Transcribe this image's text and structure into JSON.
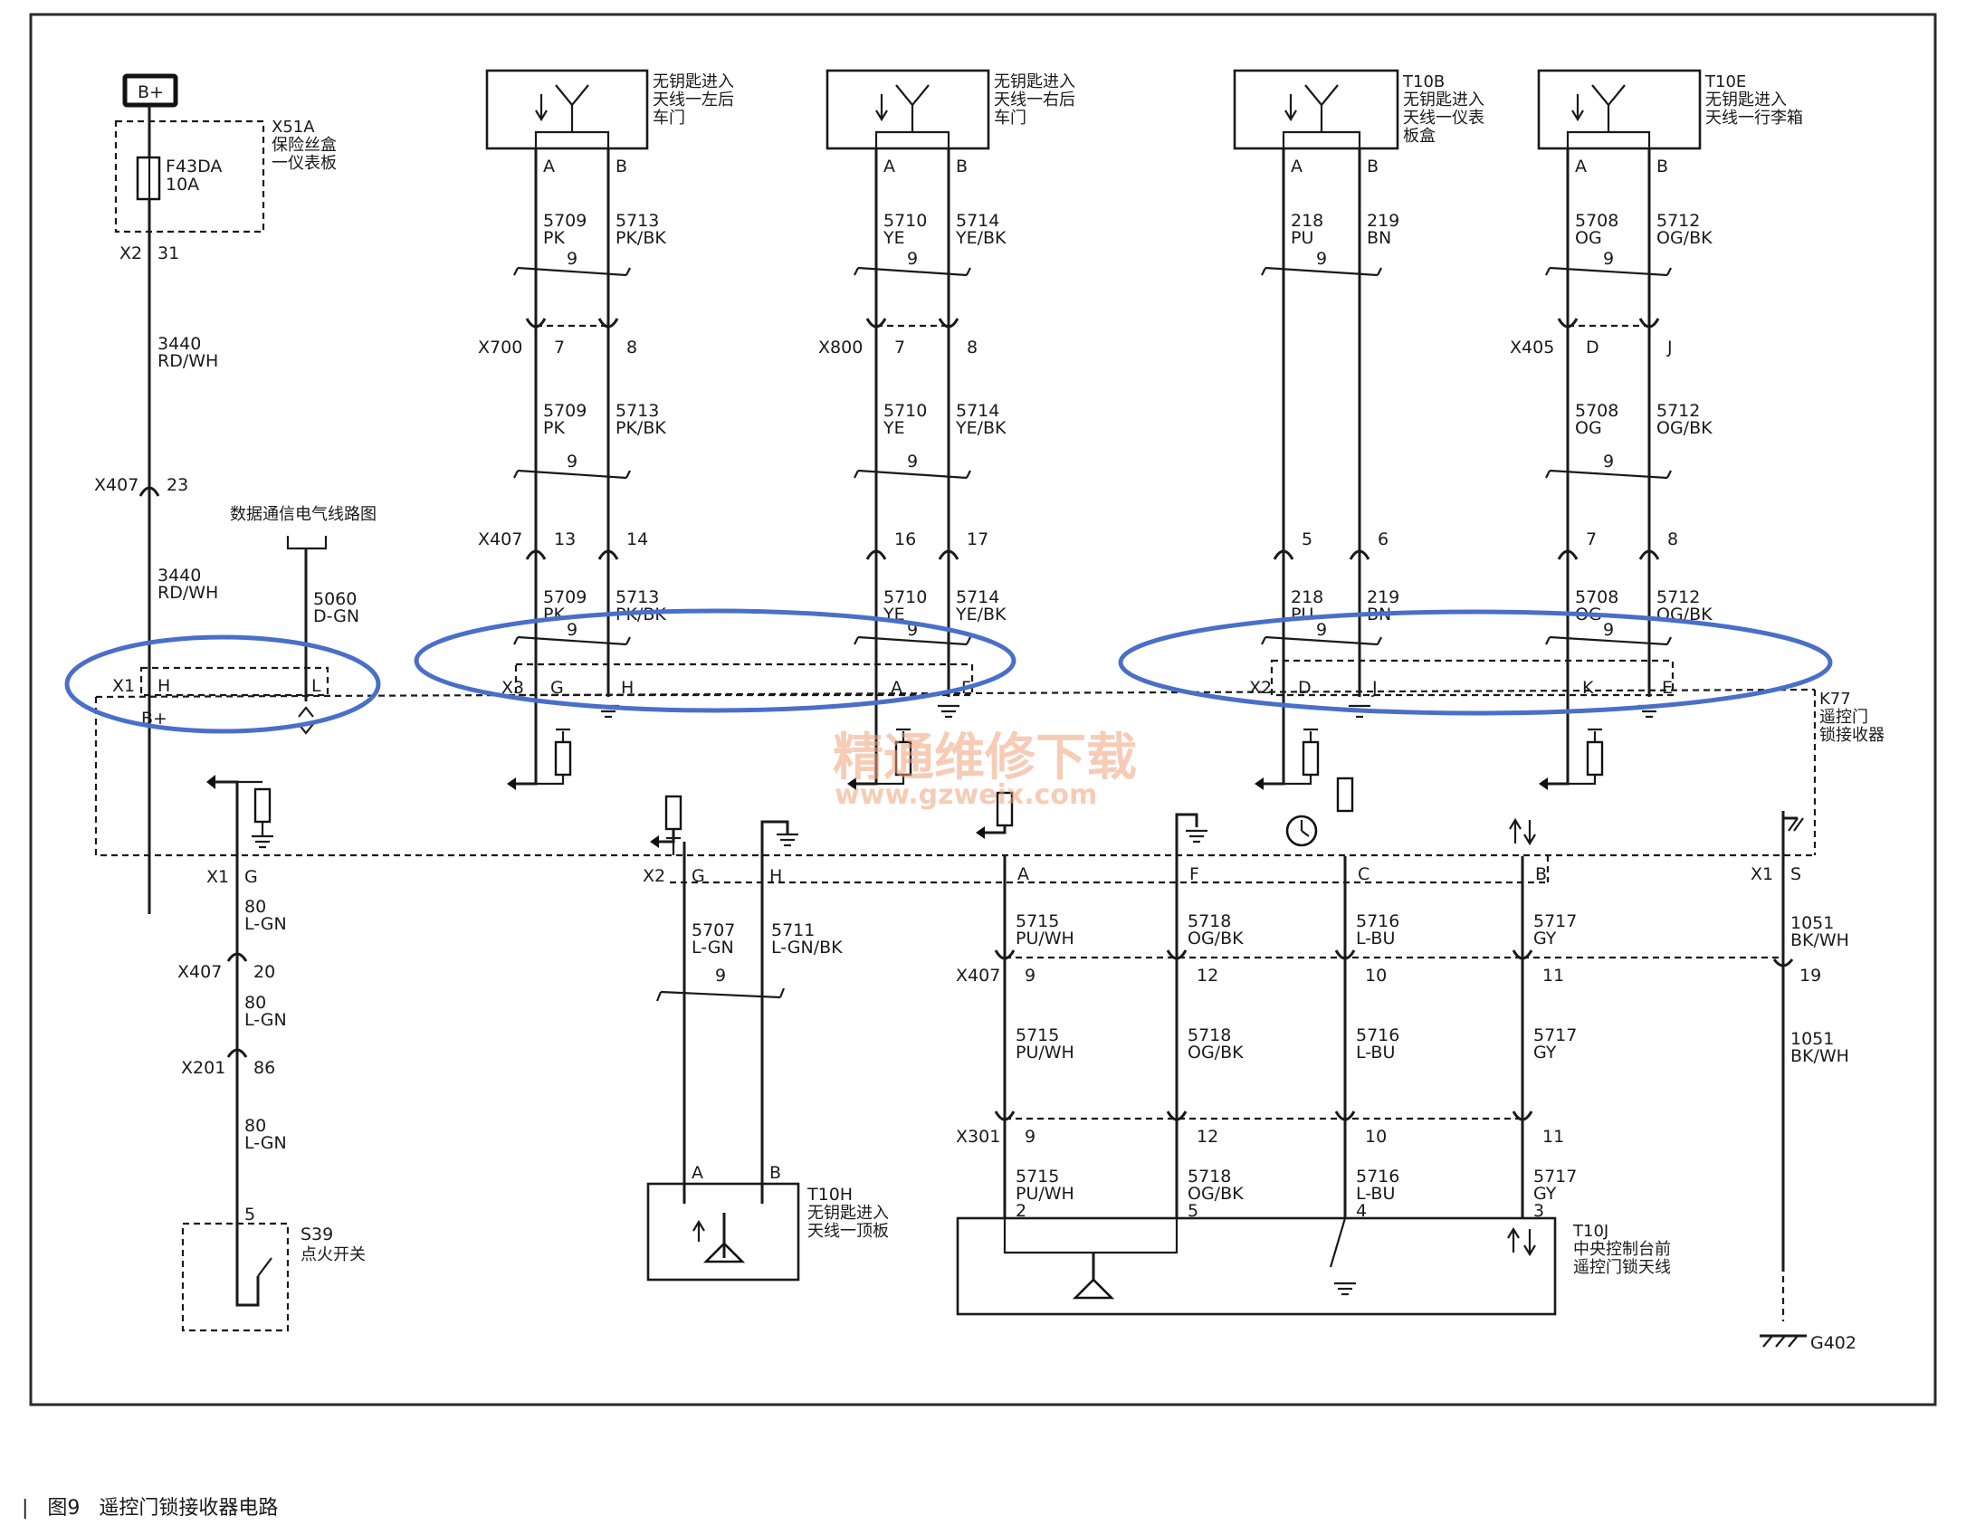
{
  "figure": {
    "caption_num": "图9",
    "caption_title": "遥控门锁接收器电路",
    "bar": "|"
  },
  "watermark": {
    "cn": "精通维修下载",
    "url": "www.gzweix.com"
  },
  "power": {
    "battery": "B+",
    "fusebox": [
      "X51A",
      "保险丝盒",
      "一仪表板"
    ],
    "fuse": [
      "F43DA",
      "10A"
    ],
    "x2": "X2",
    "x2_pin": "31",
    "wire_a": [
      "3440",
      "RD/WH"
    ],
    "x407": "X407",
    "x407_pin": "23",
    "wire_b": [
      "3440",
      "RD/WH"
    ],
    "data_title": "数据通信电气线路图",
    "data_wire": [
      "5060",
      "D-GN"
    ],
    "x1": "X1",
    "x1_h": "H",
    "x1_l": "L",
    "bplus": "B+"
  },
  "antennas": [
    {
      "name": [
        "无钥匙进入",
        "天线一左后",
        "车门"
      ],
      "pin_a": "A",
      "pin_b": "B",
      "w1a": [
        "5709",
        "PK"
      ],
      "w1b": [
        "5713",
        "PK/BK"
      ],
      "tw1": "9",
      "c1": "X700",
      "c1a": "7",
      "c1b": "8",
      "w2a": [
        "5709",
        "PK"
      ],
      "w2b": [
        "5713",
        "PK/BK"
      ],
      "tw2": "9",
      "c2": "X407",
      "c2a": "13",
      "c2b": "14",
      "w3a": [
        "5709",
        "PK"
      ],
      "w3b": [
        "5713",
        "PK/BK"
      ],
      "tw3": "9",
      "x": "X3",
      "xa": "G",
      "xb": "H"
    },
    {
      "name": [
        "无钥匙进入",
        "天线一右后",
        "车门"
      ],
      "pin_a": "A",
      "pin_b": "B",
      "w1a": [
        "5710",
        "YE"
      ],
      "w1b": [
        "5714",
        "YE/BK"
      ],
      "tw1": "9",
      "c1": "X800",
      "c1a": "7",
      "c1b": "8",
      "w2a": [
        "5710",
        "YE"
      ],
      "w2b": [
        "5714",
        "YE/BK"
      ],
      "tw2": "9",
      "c2": "",
      "c2a": "16",
      "c2b": "17",
      "w3a": [
        "5710",
        "YE"
      ],
      "w3b": [
        "5714",
        "YE/BK"
      ],
      "tw3": "9",
      "x": "",
      "xa": "A",
      "xb": "F"
    },
    {
      "name": [
        "T10B",
        "无钥匙进入",
        "天线一仪表",
        "板盒"
      ],
      "pin_a": "A",
      "pin_b": "B",
      "w1a": [
        "218",
        "PU"
      ],
      "w1b": [
        "219",
        "BN"
      ],
      "tw1": "9",
      "c1": "",
      "c1a": "",
      "c1b": "",
      "w2a": [
        "",
        ""
      ],
      "w2b": [
        "",
        ""
      ],
      "tw2": "",
      "c2": "",
      "c2a": "5",
      "c2b": "6",
      "w3a": [
        "218",
        "PU"
      ],
      "w3b": [
        "219",
        "BN"
      ],
      "tw3": "9",
      "x": "X2",
      "xa": "D",
      "xb": "J"
    },
    {
      "name": [
        "T10E",
        "无钥匙进入",
        "天线一行李箱"
      ],
      "pin_a": "A",
      "pin_b": "B",
      "w1a": [
        "5708",
        "OG"
      ],
      "w1b": [
        "5712",
        "OG/BK"
      ],
      "tw1": "9",
      "c1": "X405",
      "c1a": "D",
      "c1b": "J",
      "w2a": [
        "5708",
        "OG"
      ],
      "w2b": [
        "5712",
        "OG/BK"
      ],
      "tw2": "9",
      "c2": "",
      "c2a": "7",
      "c2b": "8",
      "w3a": [
        "5708",
        "OG"
      ],
      "w3b": [
        "5712",
        "OG/BK"
      ],
      "tw3": "9",
      "x": "",
      "xa": "K",
      "xb": "E"
    }
  ],
  "receiver": [
    "K77",
    "遥控门",
    "锁接收器"
  ],
  "ignition": {
    "x1": "X1",
    "x1_pin": "G",
    "w1": [
      "80",
      "L-GN"
    ],
    "x407": "X407",
    "x407_pin": "20",
    "w2": [
      "80",
      "L-GN"
    ],
    "x201": "X201",
    "x201_pin": "86",
    "w3": [
      "80",
      "L-GN"
    ],
    "pin": "5",
    "name": [
      "S39",
      "点火开关"
    ]
  },
  "roof": {
    "x2": "X2",
    "pg": "G",
    "ph": "H",
    "wa": [
      "5707",
      "L-GN"
    ],
    "wb": [
      "5711",
      "L-GN/BK"
    ],
    "tw": "9",
    "pin_a": "A",
    "pin_b": "B",
    "name": [
      "T10H",
      "无钥匙进入",
      "天线一顶板"
    ]
  },
  "front": {
    "pins": [
      "A",
      "F",
      "C",
      "B"
    ],
    "w1": [
      [
        "5715",
        "PU/WH"
      ],
      [
        "5718",
        "OG/BK"
      ],
      [
        "5716",
        "L-BU"
      ],
      [
        "5717",
        "GY"
      ]
    ],
    "x407": "X407",
    "x407_pins": [
      "9",
      "12",
      "10",
      "11"
    ],
    "w2": [
      [
        "5715",
        "PU/WH"
      ],
      [
        "5718",
        "OG/BK"
      ],
      [
        "5716",
        "L-BU"
      ],
      [
        "5717",
        "GY"
      ]
    ],
    "x301": "X301",
    "x301_pins": [
      "9",
      "12",
      "10",
      "11"
    ],
    "w3": [
      [
        "5715",
        "PU/WH"
      ],
      [
        "5718",
        "OG/BK"
      ],
      [
        "5716",
        "L-BU"
      ],
      [
        "5717",
        "GY"
      ]
    ],
    "end_pins": [
      "2",
      "5",
      "4",
      "3"
    ],
    "name": [
      "T10J",
      "中央控制台前",
      "遥控门锁天线"
    ]
  },
  "ground": {
    "x1": "X1",
    "pin": "S",
    "w1": [
      "1051",
      "BK/WH"
    ],
    "x407_pin": "19",
    "w2": [
      "1051",
      "BK/WH"
    ],
    "name": "G402"
  }
}
